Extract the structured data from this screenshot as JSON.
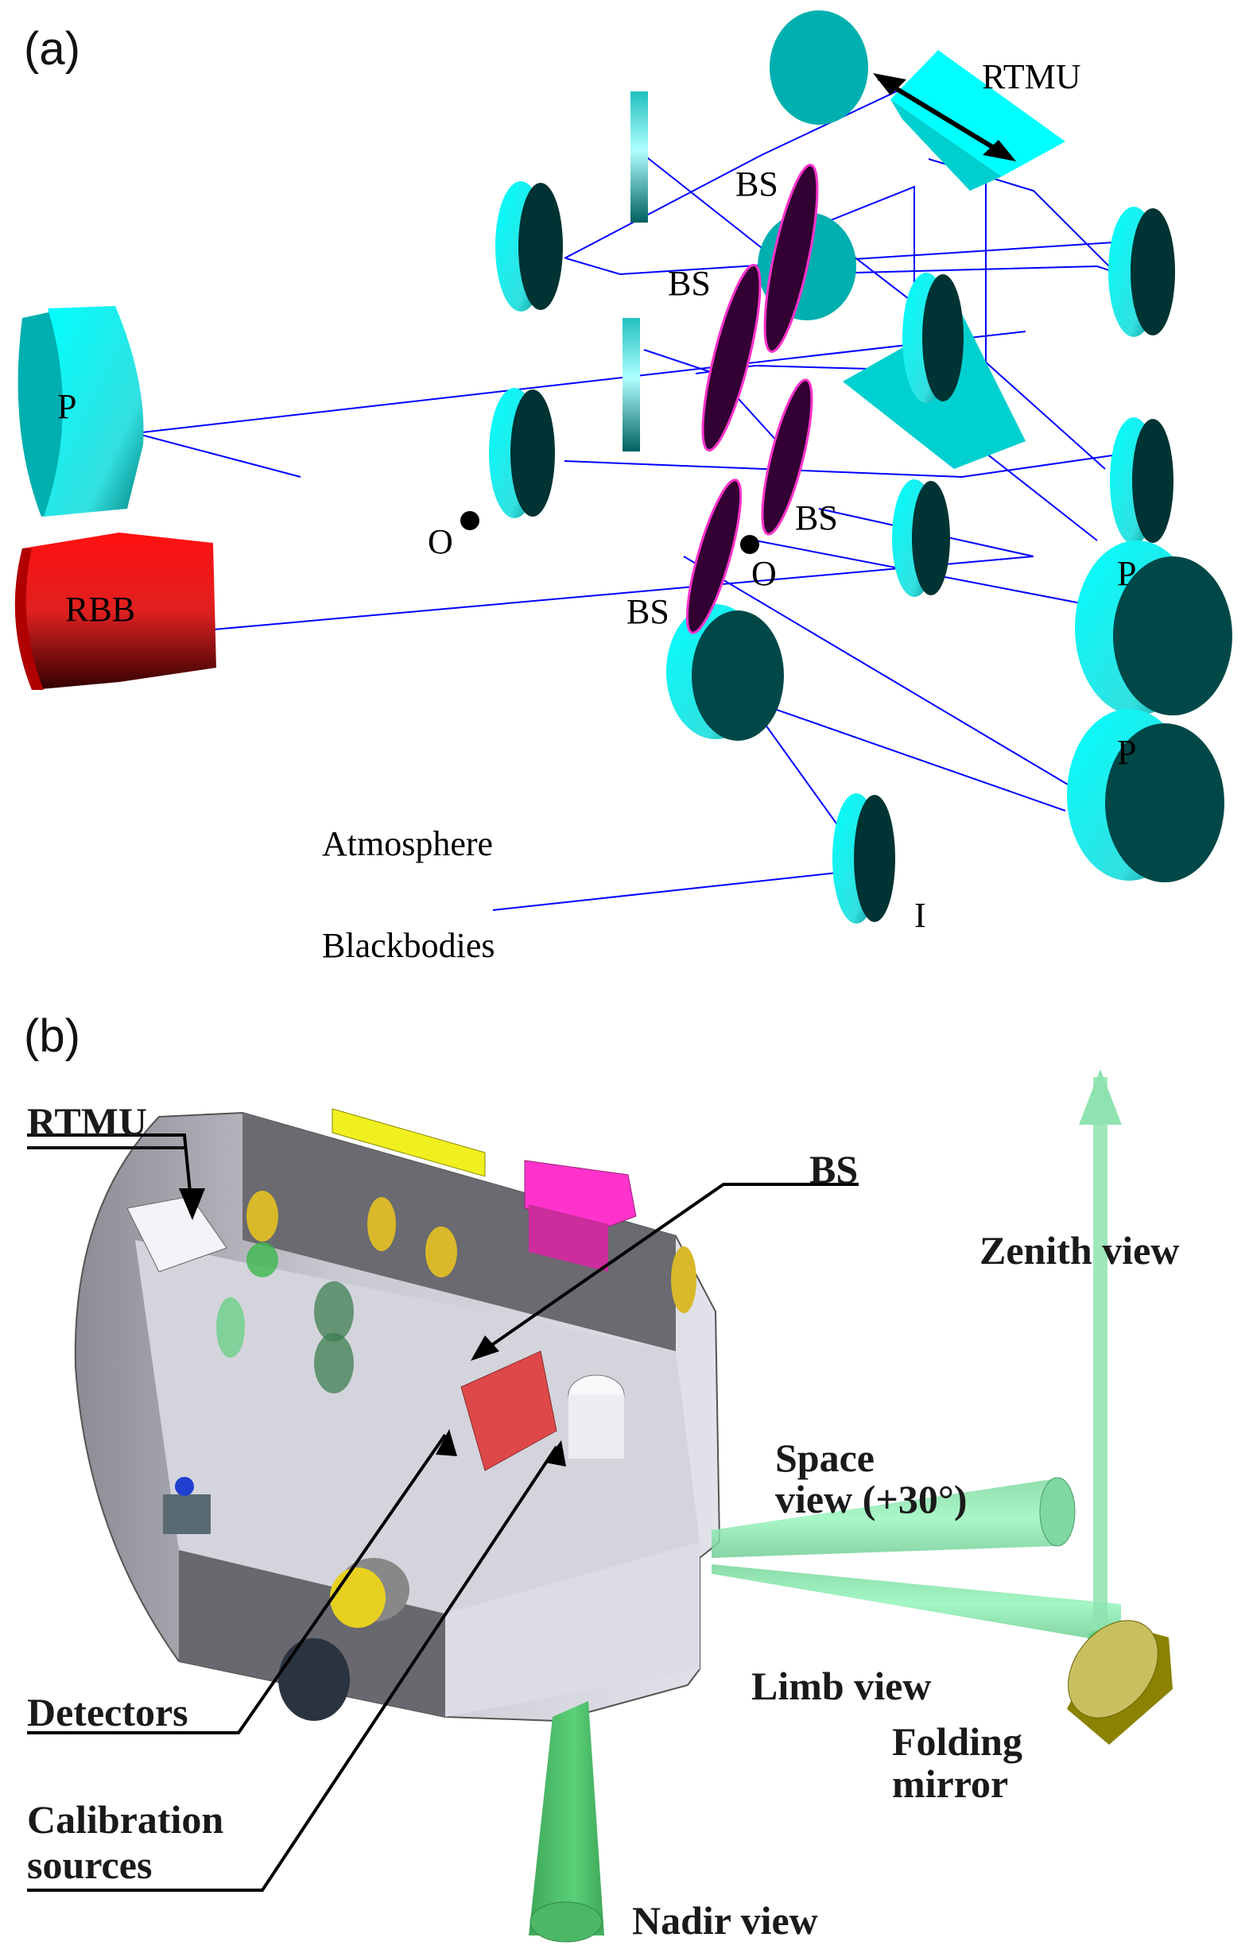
{
  "figure": {
    "panel_a": {
      "letter": "(a)",
      "labels": {
        "rtmu": "RTMU",
        "bs_1": "BS",
        "bs_2": "BS",
        "bs_3": "BS",
        "bs_4": "BS",
        "p_left": "P",
        "p_right_1": "P",
        "p_right_2": "P",
        "o_1": "O",
        "o_2": "O",
        "rbb": "RBB",
        "i": "I",
        "atmosphere": "Atmosphere",
        "blackbodies": "Blackbodies"
      },
      "colors": {
        "mirror_face": "#00FFFF",
        "mirror_dark": "#003838",
        "beamsplitter": "#330033",
        "beamsplitter_edge": "#FF33CC",
        "ray": "#0000FF",
        "rbb": "#FF1010"
      }
    },
    "panel_b": {
      "letter": "(b)",
      "labels": {
        "rtmu": "RTMU",
        "bs": "BS",
        "zenith_view": "Zenith view",
        "space_view_line1": "Space",
        "space_view_line2": "view (+30°)",
        "limb_view": "Limb view",
        "folding_mirror_line1": "Folding",
        "folding_mirror_line2": "mirror",
        "nadir_view": "Nadir view",
        "detectors": "Detectors",
        "calibration_line1": "Calibration",
        "calibration_line2": "sources"
      },
      "colors": {
        "housing": "#C8C8D0",
        "housing_dark": "#6E6E74",
        "beam_light": "#8FE3B0",
        "beam_nadir": "#4CB866",
        "folding_mirror": "#8A8200",
        "detector_box": "#E03030",
        "magenta_box": "#FF33CC",
        "yellow_box": "#F0F020",
        "mirror_gold": "#D9B82A"
      }
    }
  }
}
